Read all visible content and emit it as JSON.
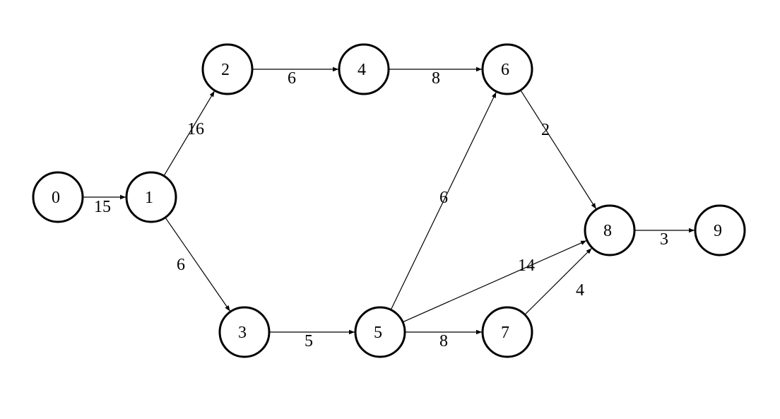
{
  "diagram": {
    "nodes": [
      {
        "id": "0",
        "label": "0"
      },
      {
        "id": "1",
        "label": "1"
      },
      {
        "id": "2",
        "label": "2"
      },
      {
        "id": "3",
        "label": "3"
      },
      {
        "id": "4",
        "label": "4"
      },
      {
        "id": "5",
        "label": "5"
      },
      {
        "id": "6",
        "label": "6"
      },
      {
        "id": "7",
        "label": "7"
      },
      {
        "id": "8",
        "label": "8"
      },
      {
        "id": "9",
        "label": "9"
      }
    ],
    "edges": [
      {
        "from": "0",
        "to": "1",
        "label": "15"
      },
      {
        "from": "1",
        "to": "2",
        "label": "16"
      },
      {
        "from": "1",
        "to": "3",
        "label": "6"
      },
      {
        "from": "2",
        "to": "4",
        "label": "6"
      },
      {
        "from": "4",
        "to": "6",
        "label": "8"
      },
      {
        "from": "3",
        "to": "5",
        "label": "5"
      },
      {
        "from": "5",
        "to": "6",
        "label": "6"
      },
      {
        "from": "5",
        "to": "8",
        "label": "14"
      },
      {
        "from": "5",
        "to": "7",
        "label": "8"
      },
      {
        "from": "6",
        "to": "8",
        "label": "2"
      },
      {
        "from": "7",
        "to": "8",
        "label": "4"
      },
      {
        "from": "8",
        "to": "9",
        "label": "3"
      }
    ],
    "colors": {
      "stroke": "#000000",
      "background": "#ffffff"
    }
  }
}
